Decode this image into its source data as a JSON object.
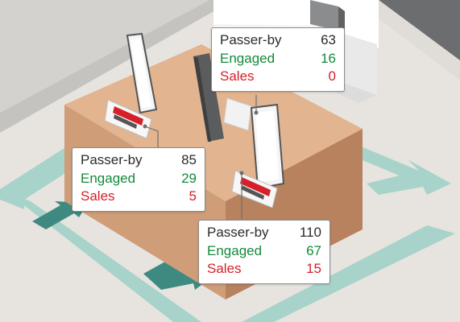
{
  "colors": {
    "floor": "#e7e4df",
    "path": "#a7d3cb",
    "path_arrow_dark": "#3f8a80",
    "table_top": "#e2b48f",
    "table_side": "#cf9d78",
    "table_front": "#b8825f",
    "passer_by": "#2b2b2b",
    "engaged": "#138a3a",
    "sales": "#d5202a"
  },
  "icons": [
    "smartphone-icon",
    "price-card-icon",
    "flow-arrow-icon"
  ],
  "cards": [
    {
      "id": "top-right",
      "passer_by": {
        "label": "Passer-by",
        "value": "63"
      },
      "engaged": {
        "label": "Engaged",
        "value": "16"
      },
      "sales": {
        "label": "Sales",
        "value": "0"
      }
    },
    {
      "id": "left",
      "passer_by": {
        "label": "Passer-by",
        "value": "85"
      },
      "engaged": {
        "label": "Engaged",
        "value": "29"
      },
      "sales": {
        "label": "Sales",
        "value": "5"
      }
    },
    {
      "id": "bottom",
      "passer_by": {
        "label": "Passer-by",
        "value": "110"
      },
      "engaged": {
        "label": "Engaged",
        "value": "67"
      },
      "sales": {
        "label": "Sales",
        "value": "15"
      }
    }
  ]
}
